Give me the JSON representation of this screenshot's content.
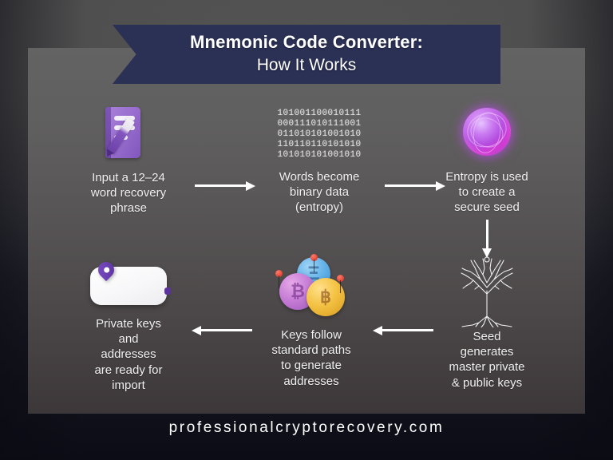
{
  "title": {
    "line1": "Mnemonic Code Converter:",
    "line2": "How It Works"
  },
  "colors": {
    "ribbon": "#2b3055",
    "panel": "#5c5859",
    "text": "#f0f0f0",
    "arrow": "#ffffff",
    "accent_purple": "#8257bd",
    "accent_magenta": "#d02fd0"
  },
  "steps": [
    {
      "id": "step-1",
      "icon": "note-with-pen-icon",
      "label": "Input a 12–24\nword recovery\nphrase"
    },
    {
      "id": "step-2",
      "icon": "binary-data-icon",
      "label": "Words become\nbinary data\n(entropy)",
      "binary_rows": [
        "101001100010111",
        "000111010111001",
        "011010101001010",
        "110110110101010",
        "101010101001010"
      ]
    },
    {
      "id": "step-3",
      "icon": "plasma-sphere-icon",
      "label": "Entropy is used\nto create a\nsecure seed"
    },
    {
      "id": "step-4",
      "icon": "tree-icon",
      "label": "Seed\ngenerates\nmaster private\n& public keys"
    },
    {
      "id": "step-5",
      "icon": "crypto-coins-icon",
      "label": "Keys follow\nstandard paths\nto generate\naddresses"
    },
    {
      "id": "step-6",
      "icon": "wallet-card-icon",
      "label": "Private keys\nand\naddresses\nare ready for\nimport"
    }
  ],
  "coins": [
    {
      "name": "ethereum-coin",
      "symbol": "Ξ"
    },
    {
      "name": "bitcoin-coin",
      "symbol": "₿"
    },
    {
      "name": "generic-coin",
      "symbol": "฿"
    }
  ],
  "arrows": [
    {
      "id": "arrow-1",
      "direction": "right"
    },
    {
      "id": "arrow-2",
      "direction": "right"
    },
    {
      "id": "arrow-3",
      "direction": "down"
    },
    {
      "id": "arrow-4",
      "direction": "left"
    },
    {
      "id": "arrow-5",
      "direction": "left"
    }
  ],
  "footer": {
    "url": "professionalcryptorecovery.com"
  }
}
